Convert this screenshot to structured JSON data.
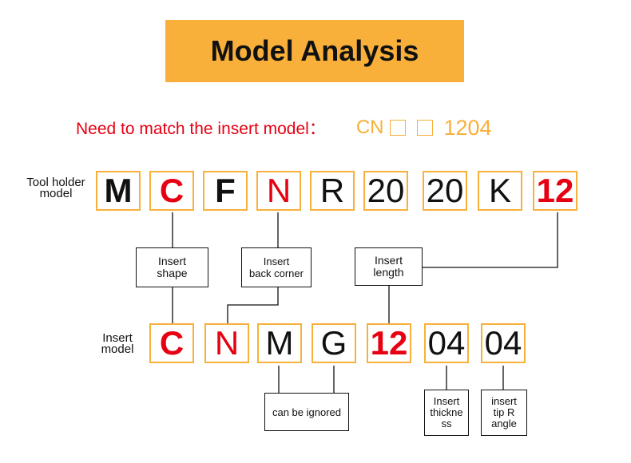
{
  "title": "Model Analysis",
  "need_label": "Need to match the insert model：",
  "insert_pattern": {
    "prefix": "CN",
    "suffix": "1204"
  },
  "tool_holder_label": [
    "Tool holder",
    "model"
  ],
  "insert_label": [
    "Insert",
    "model"
  ],
  "tool_holder_codes": [
    "M",
    "C",
    "F",
    "N",
    "R",
    "20",
    "20",
    "K",
    "12"
  ],
  "insert_codes": [
    "C",
    "N",
    "M",
    "G",
    "12",
    "04",
    "04"
  ],
  "labels": {
    "insert_shape": [
      "Insert",
      "shape"
    ],
    "back_corner": [
      "Insert",
      "back corner"
    ],
    "insert_length": [
      "Insert",
      "length"
    ],
    "can_be_ignored": [
      "can be ignored"
    ],
    "thickness": [
      "Insert",
      "thickne",
      "ss"
    ],
    "tip_angle": [
      "insert",
      "tip R",
      "angle"
    ]
  },
  "colors": {
    "accent": "#f8b03a",
    "highlight": "#e60012",
    "text": "#111111"
  }
}
